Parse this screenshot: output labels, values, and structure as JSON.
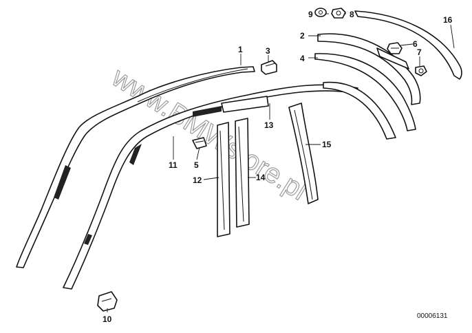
{
  "callouts": [
    "1",
    "2",
    "3",
    "4",
    "5",
    "6",
    "7",
    "8",
    "9",
    "10",
    "11",
    "12",
    "13",
    "14",
    "15",
    "16"
  ],
  "reference_number": "00006131",
  "watermark": "www.BMWstore.pl"
}
